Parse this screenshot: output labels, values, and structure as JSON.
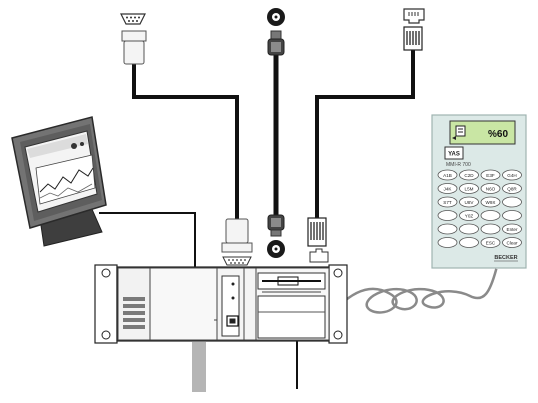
{
  "colors": {
    "cable": "#111111",
    "gray_cable": "#b5b5b5",
    "pendant_body": "#dce9e7",
    "pendant_outline": "#9fb4b1",
    "lcd": "#c9e6a4",
    "monitor_body": "#6e6e6e",
    "rack_face": "#f2f2f2"
  },
  "pendant": {
    "display_value": "%60",
    "logo": "YAS",
    "model": "MMI-R 700",
    "brand": "BECKER",
    "keys": [
      [
        "A1B",
        "C2D",
        "E3F",
        "G4H"
      ],
      [
        "J4K",
        "L5M",
        "N6O",
        "Q8R"
      ],
      [
        "S7T",
        "U8V",
        "W9X",
        ""
      ],
      [
        "",
        "Y0Z",
        "",
        ""
      ],
      [
        "",
        "",
        "",
        "Enter"
      ],
      [
        "",
        "",
        "ESC",
        "Clear"
      ]
    ]
  },
  "icons": {
    "top_left_connector": "serial-port-icon",
    "top_mid_connector": "bnc-port-icon",
    "top_right_connector": "rj45-port-icon"
  }
}
